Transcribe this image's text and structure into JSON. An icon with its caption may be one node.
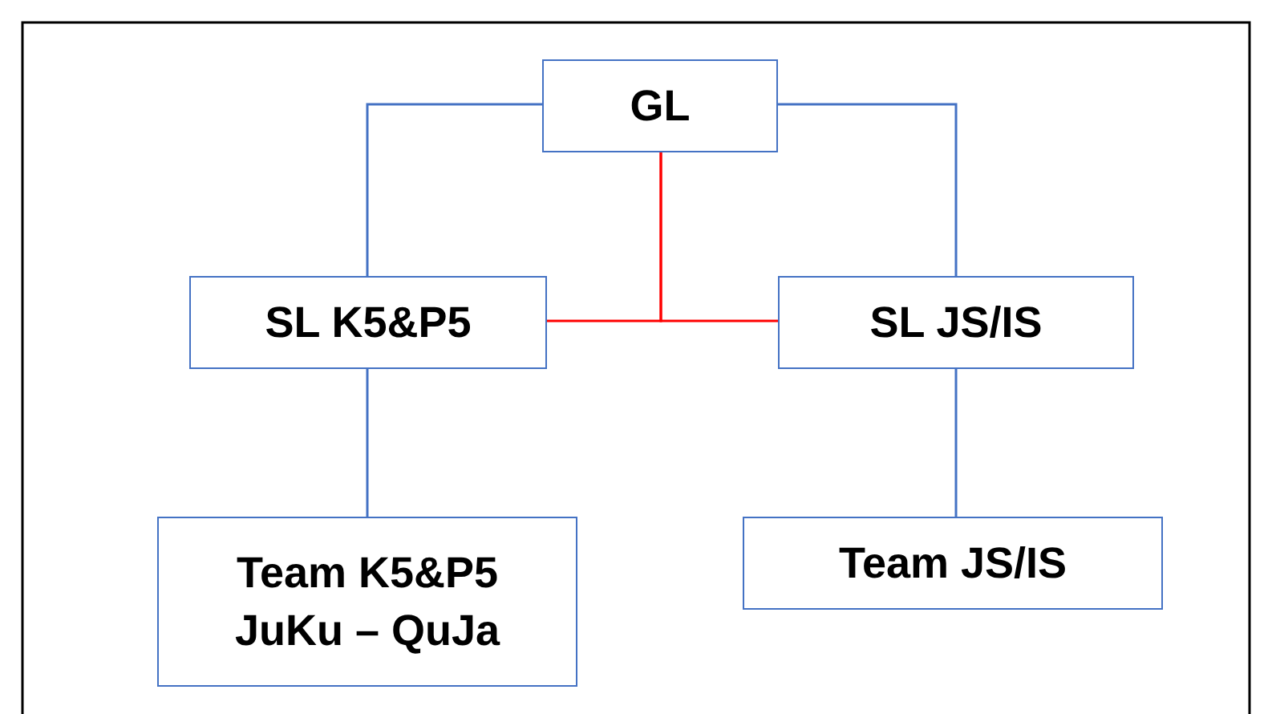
{
  "diagram": {
    "nodes": [
      {
        "text": [
          "GL"
        ]
      },
      {
        "text": [
          "SL K5&P5"
        ]
      },
      {
        "text": [
          "SL JS/IS"
        ]
      },
      {
        "text": [
          "Team K5&P5 JuKu – QuJa"
        ]
      },
      {
        "text": [
          "Team JS/IS"
        ]
      }
    ],
    "edges": [
      {
        "from": 0,
        "to": 1,
        "arrow": "none",
        "color": "#4472c4"
      },
      {
        "from": 0,
        "to": 2,
        "arrow": "none",
        "color": "#4472c4"
      },
      {
        "from": 0,
        "to": 1,
        "arrow": "none",
        "color": "#ff0000"
      },
      {
        "from": 0,
        "to": 2,
        "arrow": "none",
        "color": "#ff0000"
      },
      {
        "from": 1,
        "to": 3,
        "arrow": "none",
        "color": "#4472c4"
      },
      {
        "from": 2,
        "to": 4,
        "arrow": "none",
        "color": "#4472c4"
      }
    ]
  }
}
